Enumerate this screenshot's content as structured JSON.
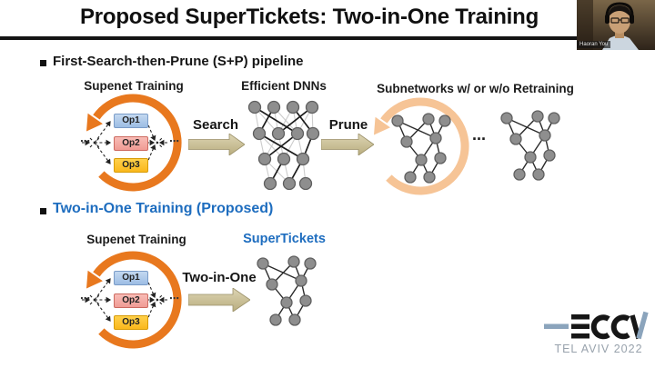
{
  "title": "Proposed SuperTickets: Two-in-One Training",
  "webcam": {
    "name": "Haoran You"
  },
  "pipeline1": {
    "bullet": "First-Search-then-Prune (S+P) pipeline",
    "supernet_title": "Supenet Training",
    "op1": "Op1",
    "op2": "Op2",
    "op3": "Op3",
    "search": "Search",
    "efficient_dnns_title": "Efficient DNNs",
    "prune": "Prune",
    "subnetworks_title": "Subnetworks w/ or w/o Retraining",
    "dots_between": "...",
    "side_dots": "⋯"
  },
  "pipeline2": {
    "bullet": "Two-in-One Training (Proposed)",
    "supernet_title": "Supenet Training",
    "op1": "Op1",
    "op2": "Op2",
    "op3": "Op3",
    "arrow": "Two-in-One",
    "supertickets_title": "SuperTickets",
    "side_dots": "⋯"
  },
  "logo": {
    "text": "ECCV",
    "subtext": "TEL AVIV 2022"
  },
  "colors": {
    "accent_blue": "#1e6dbf",
    "ring_orange": "#e8781e",
    "ring_light_orange": "#f6c496",
    "block_arrow_tan": "#cdc39a",
    "node_gray": "#8e8e8e"
  }
}
